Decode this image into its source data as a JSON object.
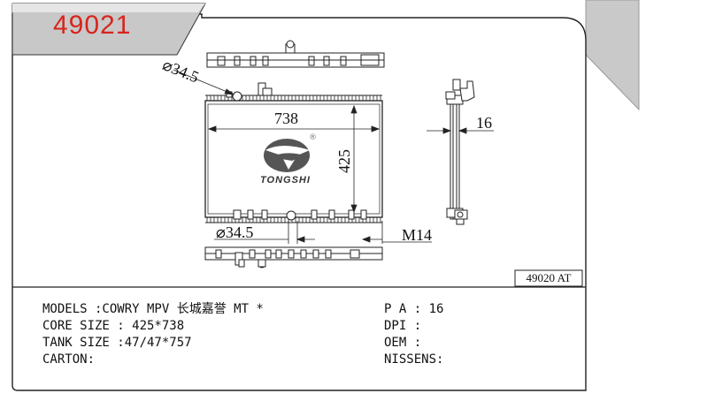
{
  "header": {
    "part_number": "49021"
  },
  "reference": {
    "label": "49020 AT"
  },
  "logo": {
    "brand": "TONGSHI",
    "reg_mark": "®"
  },
  "dimensions": {
    "inlet_top": "⌀34.5",
    "width": "738",
    "height": "425",
    "thickness": "16",
    "inlet_bottom": "⌀34.5",
    "thread": "M14"
  },
  "specs_left": [
    "MODELS :COWRY MPV 长城嘉誉 MT *",
    "CORE SIZE : 425*738",
    "TANK SIZE :47/47*757",
    "CARTON:"
  ],
  "specs_right": [
    "P A : 16",
    "DPI :",
    "OEM :",
    "NISSENS:"
  ],
  "colors": {
    "accent": "#d8241c",
    "corner": "#c9c9c9",
    "line": "#222222"
  }
}
